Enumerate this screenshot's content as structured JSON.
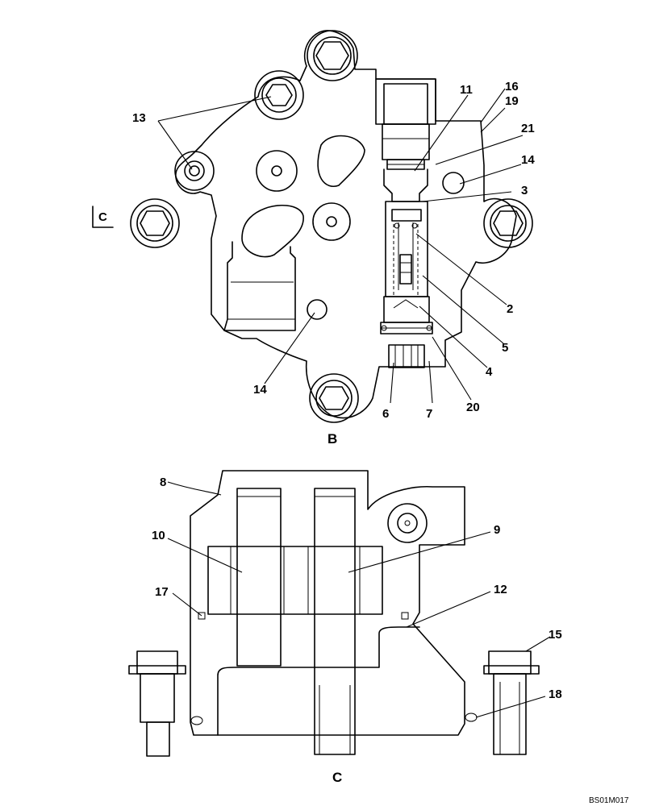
{
  "view_labels": {
    "top_view": "B",
    "bottom_view": "C",
    "section_marker": "C"
  },
  "part_labels": {
    "p2": "2",
    "p3": "3",
    "p4": "4",
    "p5": "5",
    "p6": "6",
    "p7": "7",
    "p8": "8",
    "p9": "9",
    "p10": "10",
    "p11": "11",
    "p12": "12",
    "p13": "13",
    "p14a": "14",
    "p14b": "14",
    "p15": "15",
    "p16": "16",
    "p17": "17",
    "p18": "18",
    "p19": "19",
    "p20": "20",
    "p21": "21"
  },
  "drawing_ref": "BS01M017"
}
